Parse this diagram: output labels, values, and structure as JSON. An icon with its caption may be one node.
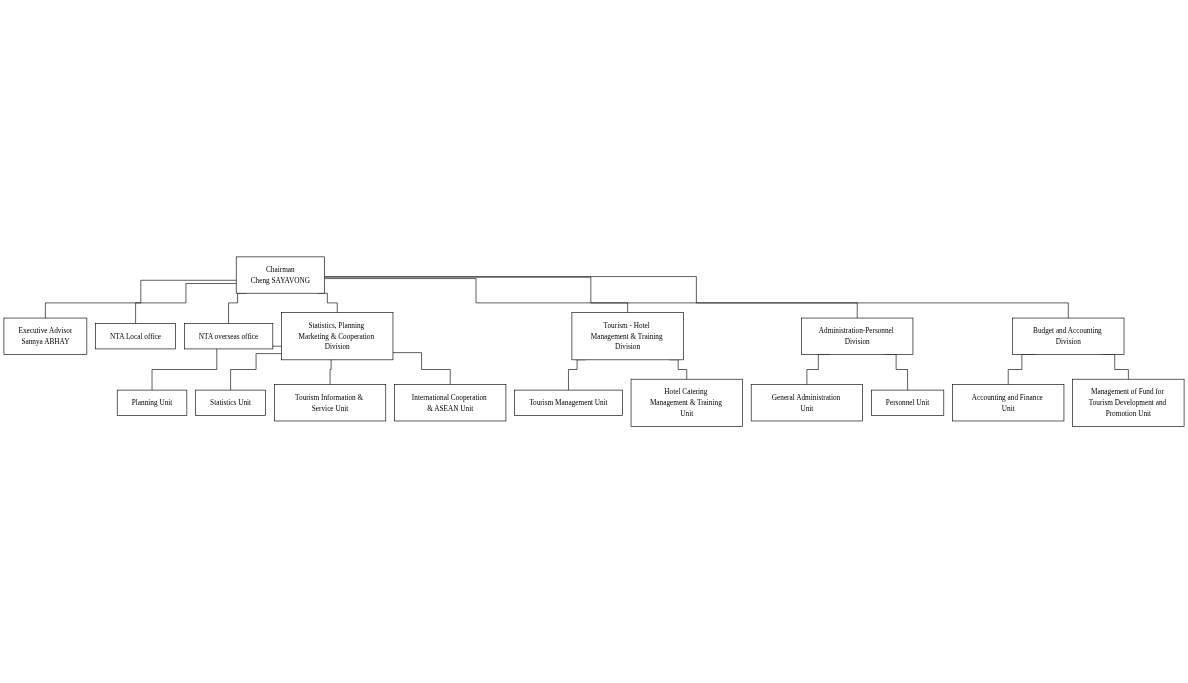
{
  "diagram": {
    "nodes": [
      {
        "text": [
          "Chairman",
          "Cheng SAYAVONG"
        ]
      },
      {
        "text": [
          "Executive Advisor",
          "Sannya ABHAY"
        ]
      },
      {
        "text": [
          "NTA Local office"
        ]
      },
      {
        "text": [
          "NTA overseas office"
        ]
      },
      {
        "text": [
          "Statistics, Planning Marketing & Cooperation Division"
        ]
      },
      {
        "text": [
          "Tourism - Hotel Management & Training Division"
        ]
      },
      {
        "text": [
          "Administration-Personnel Division"
        ]
      },
      {
        "text": [
          "Budget and Accounting Division"
        ]
      },
      {
        "text": [
          "Planning Unit"
        ]
      },
      {
        "text": [
          "Statistics Unit"
        ]
      },
      {
        "text": [
          "Tourism Information & Service Unit"
        ]
      },
      {
        "text": [
          "International Cooperation & ASEAN Unit"
        ]
      },
      {
        "text": [
          "Tourism Management Unit"
        ]
      },
      {
        "text": [
          "Hotel Catering Management & Training Unit"
        ]
      },
      {
        "text": [
          "General Administration Unit"
        ]
      },
      {
        "text": [
          "Personnel Unit"
        ]
      },
      {
        "text": [
          "Accounting and Finance Unit"
        ]
      },
      {
        "text": [
          "Management of Fund for Tourism Development and Promotion Unit"
        ]
      }
    ],
    "edges": [
      {
        "from": 0,
        "to": 1,
        "arrow": "none"
      },
      {
        "from": 0,
        "to": 2,
        "arrow": "none"
      },
      {
        "from": 0,
        "to": 3,
        "arrow": "none"
      },
      {
        "from": 0,
        "to": 4,
        "arrow": "none"
      },
      {
        "from": 0,
        "to": 5,
        "arrow": "none"
      },
      {
        "from": 0,
        "to": 6,
        "arrow": "none"
      },
      {
        "from": 0,
        "to": 7,
        "arrow": "none"
      },
      {
        "from": 4,
        "to": 8,
        "arrow": "none"
      },
      {
        "from": 4,
        "to": 9,
        "arrow": "none"
      },
      {
        "from": 4,
        "to": 10,
        "arrow": "none"
      },
      {
        "from": 4,
        "to": 11,
        "arrow": "none"
      },
      {
        "from": 5,
        "to": 12,
        "arrow": "none"
      },
      {
        "from": 5,
        "to": 13,
        "arrow": "none"
      },
      {
        "from": 6,
        "to": 14,
        "arrow": "none"
      },
      {
        "from": 6,
        "to": 15,
        "arrow": "none"
      },
      {
        "from": 7,
        "to": 16,
        "arrow": "none"
      },
      {
        "from": 7,
        "to": 17,
        "arrow": "none"
      }
    ]
  }
}
